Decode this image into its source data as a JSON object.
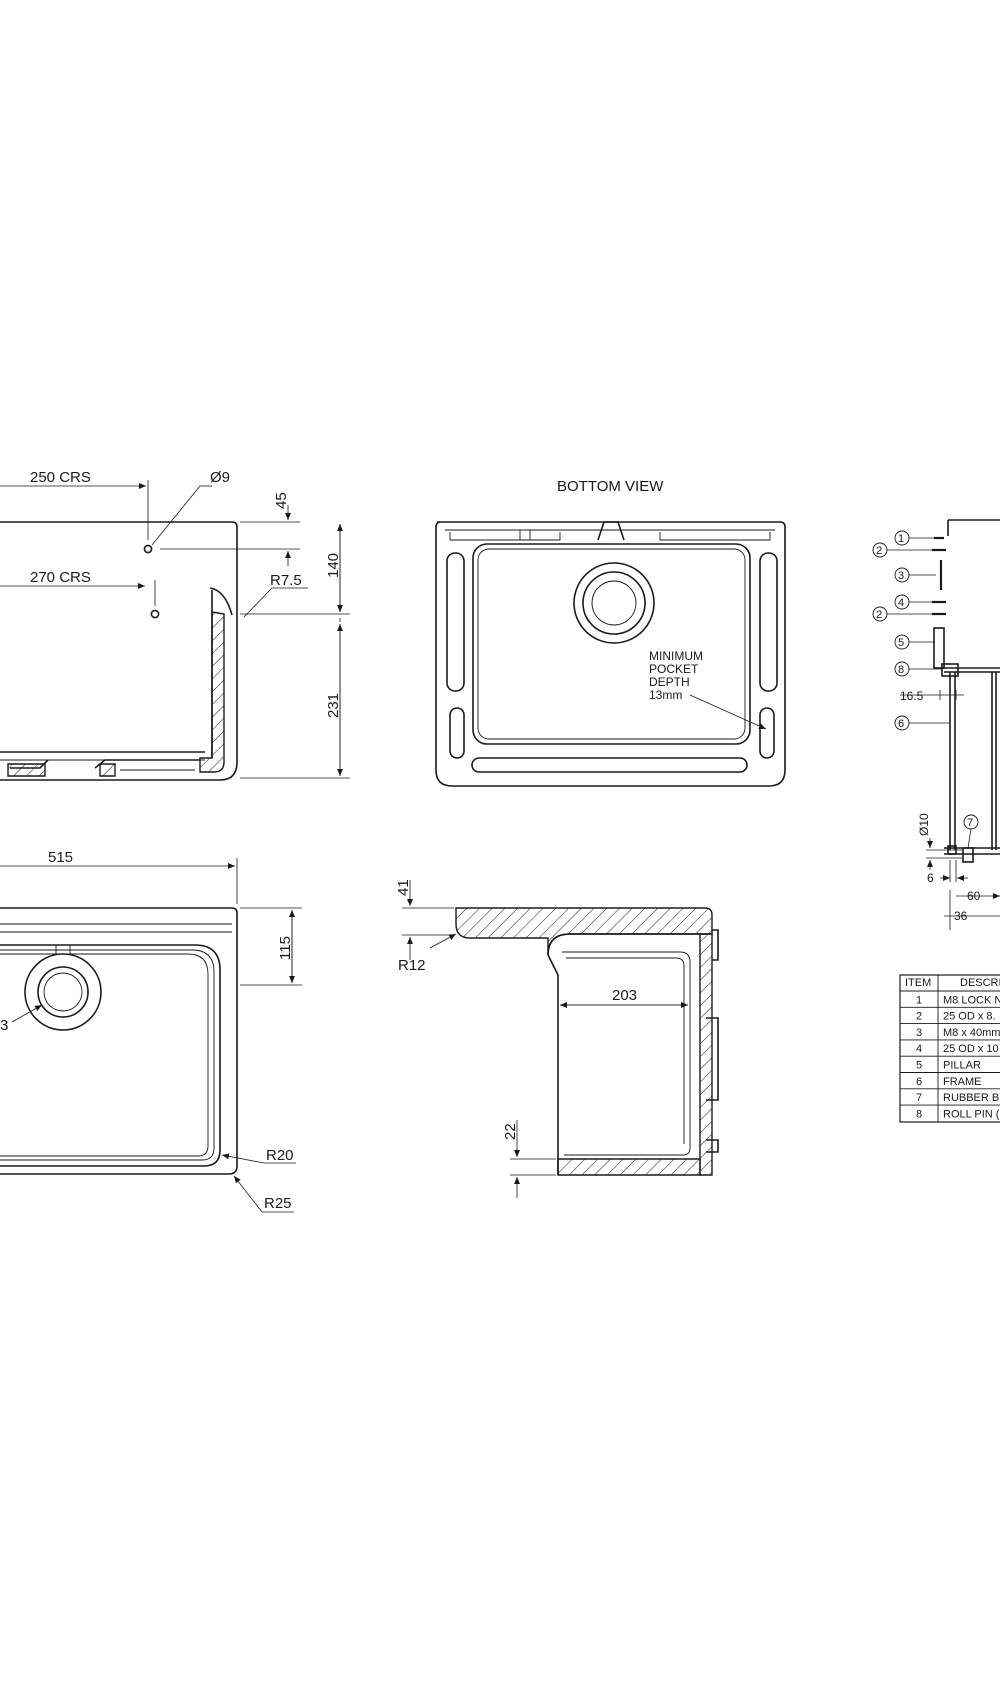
{
  "front_view": {
    "dim_250": "250 CRS",
    "dim_270": "270 CRS",
    "dim_dia9": "Ø9",
    "dim_45": "45",
    "dim_140": "140",
    "dim_r75": "R7.5",
    "dim_231": "231"
  },
  "bottom_view": {
    "title": "BOTTOM VIEW",
    "note_1": "MINIMUM",
    "note_2": "POCKET",
    "note_3": "DEPTH",
    "note_4": "13mm"
  },
  "plan_view": {
    "dim_515": "515",
    "dim_115": "115",
    "dim_3": "3",
    "dim_r20": "R20",
    "dim_r25": "R25"
  },
  "section_view": {
    "dim_41": "41",
    "dim_r12": "R12",
    "dim_203": "203",
    "dim_22": "22"
  },
  "assembly": {
    "balloons": [
      "1",
      "2",
      "3",
      "4",
      "2",
      "5",
      "8",
      "6",
      "7"
    ],
    "dim_165": "16.5",
    "dim_dia10": "Ø10",
    "dim_6": "6",
    "dim_60": "60",
    "dim_36": "36"
  },
  "parts_table": {
    "headers": [
      "ITEM",
      "DESCRI"
    ],
    "rows": [
      [
        "1",
        "M8 LOCK N"
      ],
      [
        "2",
        "25 OD x 8."
      ],
      [
        "3",
        "M8 x 40mm"
      ],
      [
        "4",
        "25 OD x 10"
      ],
      [
        "5",
        "PILLAR"
      ],
      [
        "6",
        "FRAME"
      ],
      [
        "7",
        "RUBBER B"
      ],
      [
        "8",
        "ROLL PIN ("
      ]
    ]
  }
}
